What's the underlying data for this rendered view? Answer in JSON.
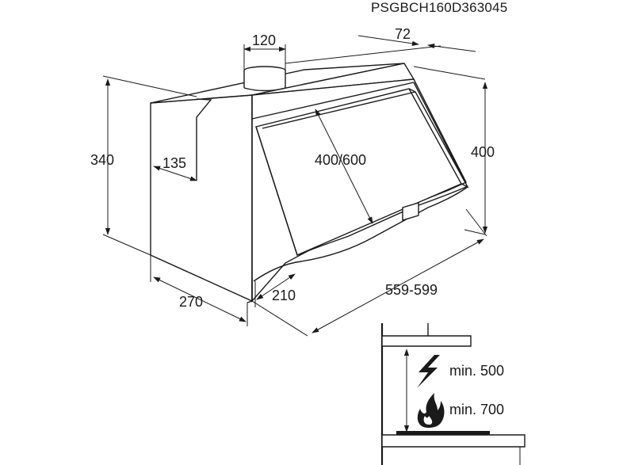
{
  "product_code": "PSGBCH160D363045",
  "dimensions": {
    "d120": "120",
    "d72": "72",
    "d340": "340",
    "d135": "135",
    "d400_600": "400/600",
    "d400": "400",
    "d559_599": "559-599",
    "d270": "270",
    "d210": "210"
  },
  "clearances": {
    "electric": "min. 500",
    "gas": "min. 700"
  },
  "icons": {
    "electric": "lightning-icon",
    "gas": "flame-icon"
  }
}
